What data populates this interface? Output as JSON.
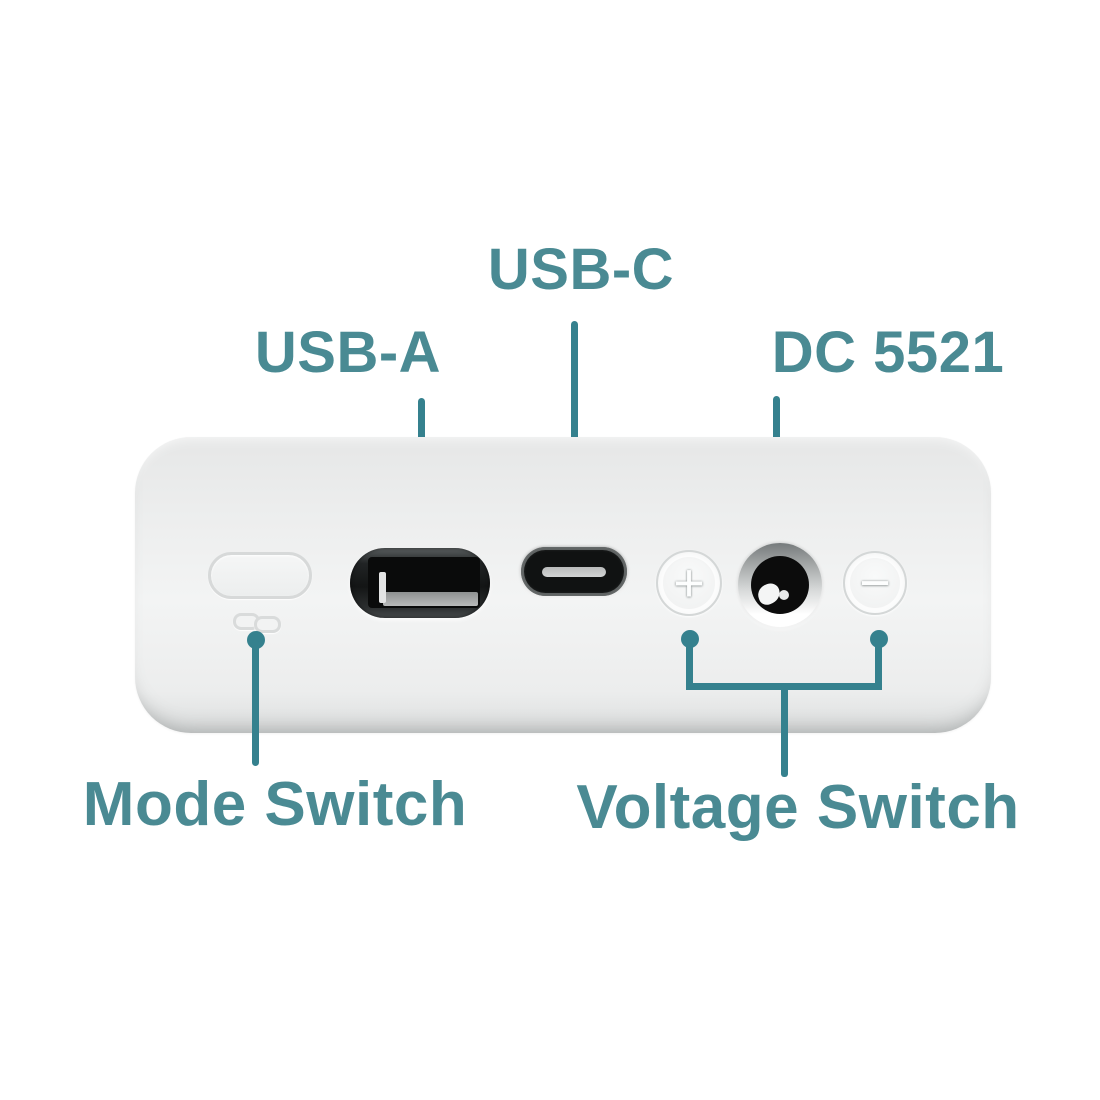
{
  "colors": {
    "accent_text": "#4A8A93",
    "accent_line": "#35818E",
    "device_body": "#ECEDED"
  },
  "callouts": {
    "usb_c": "USB-C",
    "usb_a": "USB-A",
    "dc_5521": "DC 5521",
    "mode_switch": "Mode Switch",
    "voltage_switch": "Voltage Switch"
  },
  "device": {
    "plus_button_symbol": "+",
    "minus_button_symbol": "−"
  }
}
